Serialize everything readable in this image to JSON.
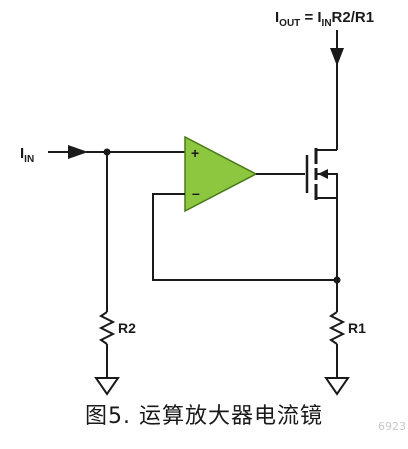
{
  "labels": {
    "iout_main": "I",
    "iout_sub": "OUT",
    "iout_eq": " = I",
    "iout_in_sub": "IN",
    "iout_tail": "R2/R1",
    "iin_main": "I",
    "iin_sub": "IN",
    "opamp_plus": "+",
    "opamp_minus": "–",
    "r2": "R2",
    "r1": "R1"
  },
  "caption": "图5. 运算放大器电流镜",
  "watermark": "6923",
  "colors": {
    "wire": "#1a1a1a",
    "opamp_fill": "#8dc63f",
    "opamp_stroke": "#4a7a1a"
  }
}
